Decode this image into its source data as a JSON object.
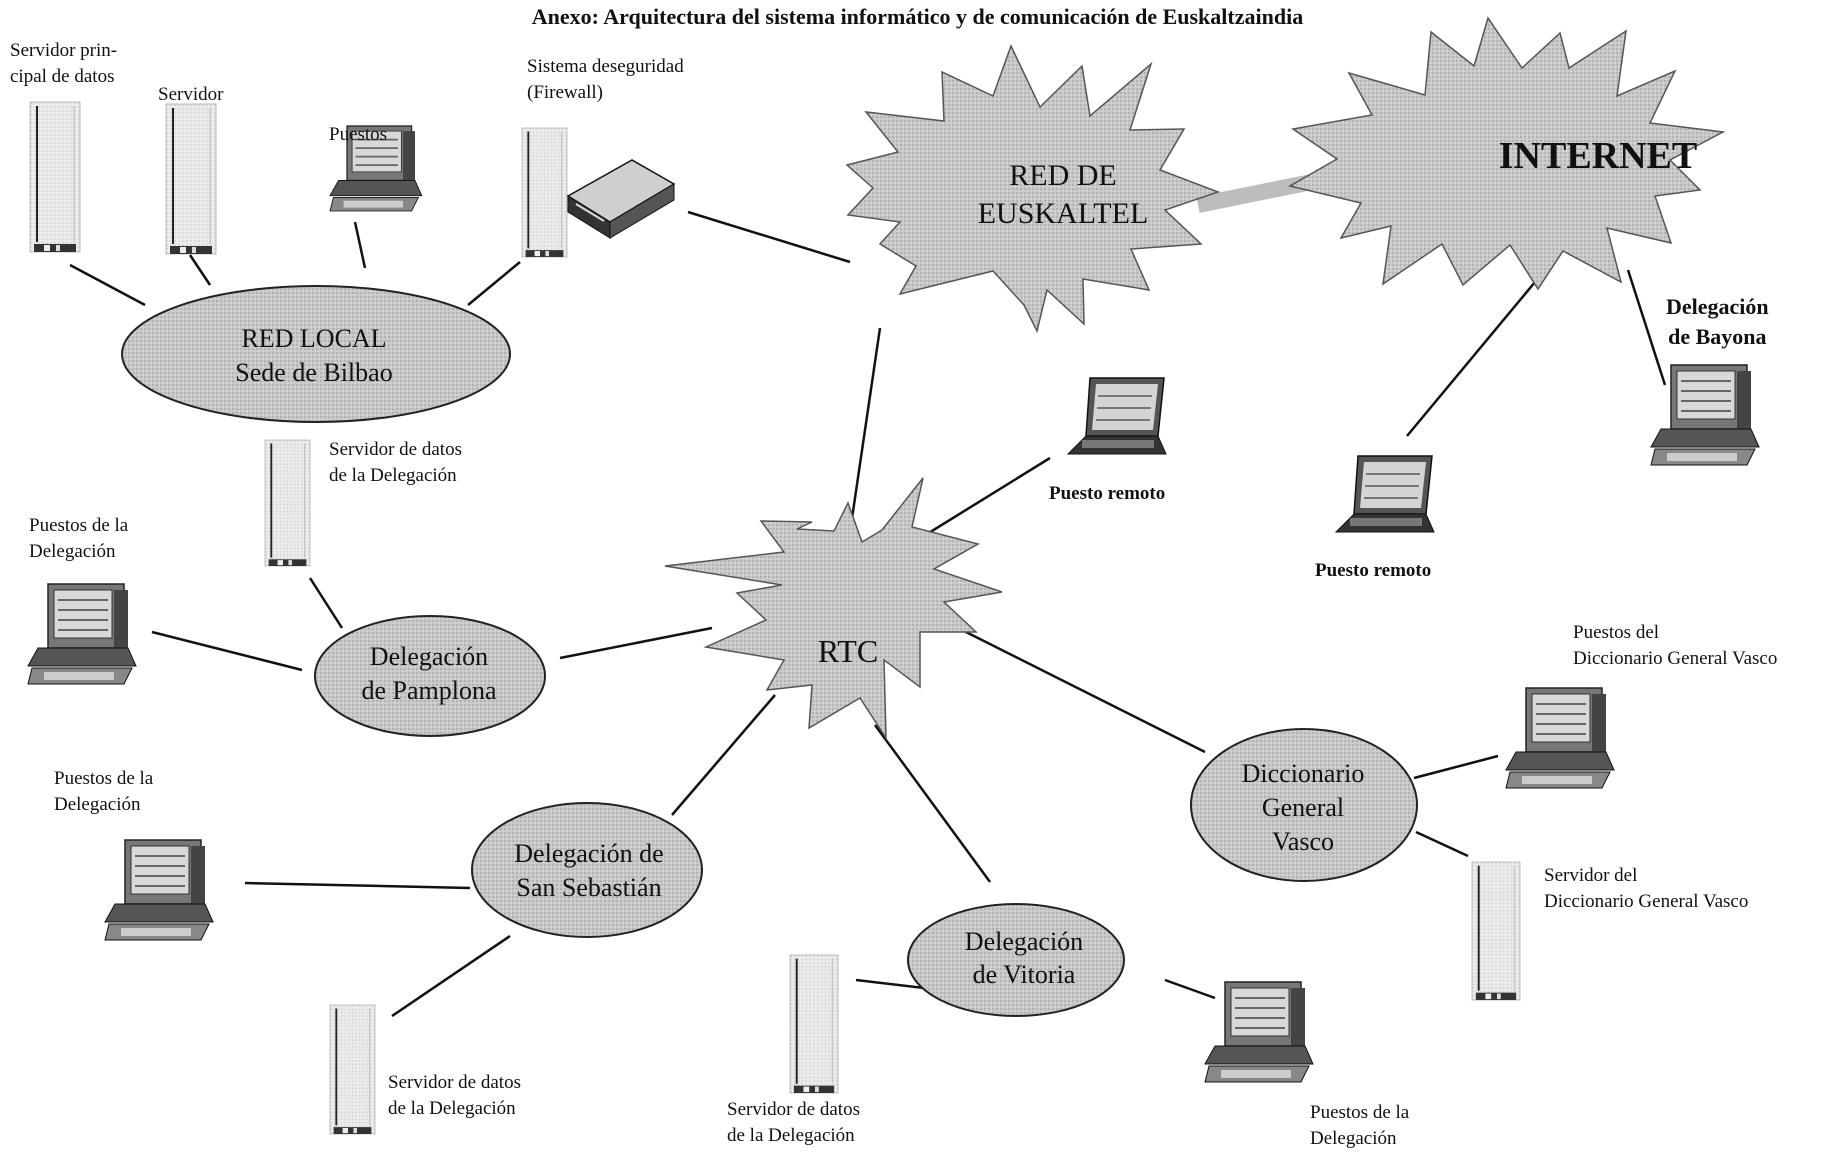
{
  "title": "Anexo: Arquitectura del sistema informático y de comunicación de Euskaltzaindia",
  "clouds": {
    "euskaltel": [
      "RED DE",
      "EUSKALTEL"
    ],
    "internet": [
      "INTERNET"
    ],
    "rtc": [
      "RTC"
    ]
  },
  "ellipses": {
    "bilbao": [
      "RED LOCAL",
      "Sede de Bilbao"
    ],
    "pamplona": [
      "Delegación",
      "de Pamplona"
    ],
    "sansebastian": [
      "Delegación de",
      "San Sebastián"
    ],
    "vitoria": [
      "Delegación",
      "de Vitoria"
    ],
    "diccionario": [
      "Diccionario",
      "General",
      "Vasco"
    ]
  },
  "labels": {
    "servidor_principal": "Servidor prin-\ncipal de datos",
    "servidor": "Servidor",
    "puestos": "Puestos",
    "firewall": "Sistema deseguridad\n (Firewall)",
    "bayona": "Delegación\nde Bayona",
    "puesto_remoto_1": "Puesto remoto",
    "puesto_remoto_2": "Puesto remoto",
    "servidor_pamplona": "Servidor de datos\nde la Delegación",
    "puestos_pamplona": "Puestos de la\nDelegación",
    "puestos_sansebastian": "Puestos de la\nDelegación",
    "servidor_sansebastian": "Servidor de datos\nde la Delegación",
    "servidor_vitoria": "Servidor de datos\nde la Delegación",
    "puestos_vitoria": "Puestos de la\nDelegación",
    "puestos_diccionario": "Puestos del\nDiccionario General Vasco",
    "servidor_diccionario": "Servidor del\nDiccionario General Vasco"
  }
}
